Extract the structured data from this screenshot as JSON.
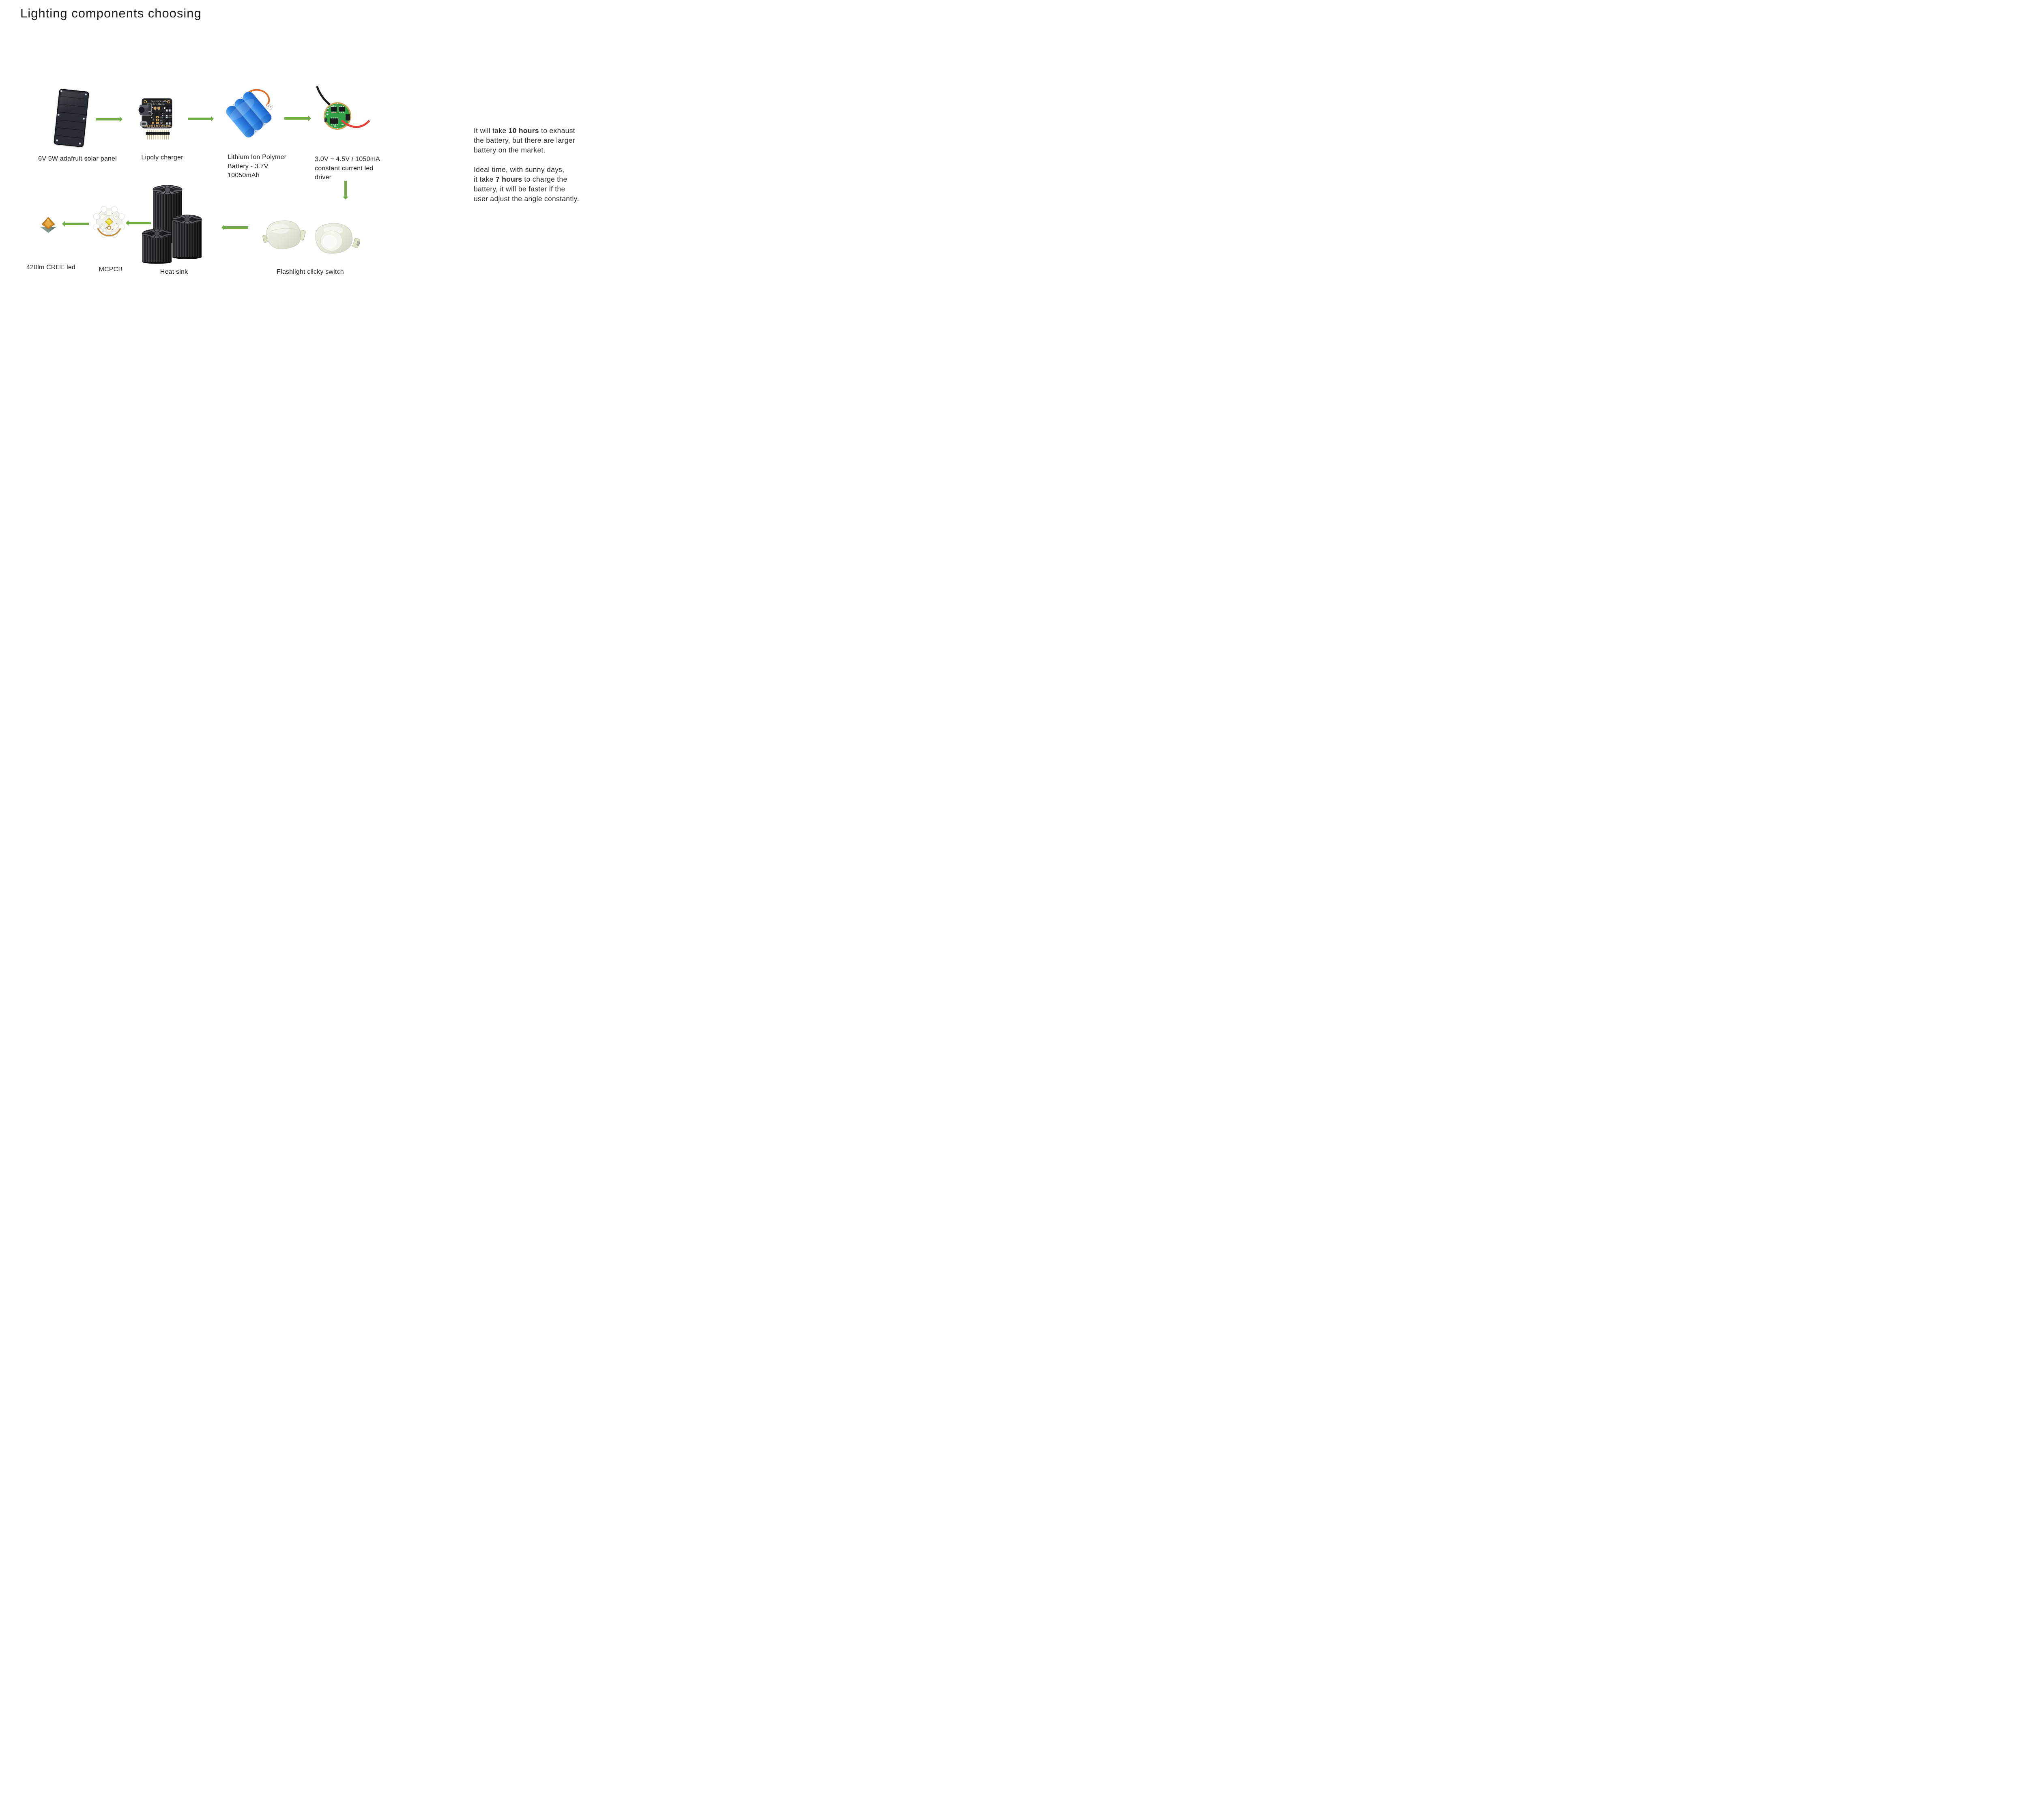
{
  "title": "Lighting components choosing",
  "colors": {
    "arrow_green": "#70AD47",
    "battery_blue": "#2F83E4",
    "pcb_green": "#31A046",
    "wire_red": "#E8423B",
    "wire_orange": "#E2702D",
    "gold": "#CAA45A"
  },
  "components": {
    "solar_panel": {
      "label": "6V 5W adafruit solar panel"
    },
    "charger": {
      "label": "Lipoly charger",
      "silkscreen": {
        "line1": "1.5A USB/DC/Solar",
        "line2": "LiPo Charger",
        "max": "10V Max",
        "load_out": "Load Out",
        "chg": "CHG",
        "good": "GOOD",
        "lipo_batt": "LiPo Batt",
        "opt_cap": "Opt. Cap",
        "thm": "THM",
        "jumper1": "1.5A",
        "jumper2": "1.0A",
        "jumper3": "0.5A",
        "pins_top": "VBUS THERM CE CHG GND GND",
        "pins_bottom": "GND ISET PGOOD OUT LIPO"
      }
    },
    "battery": {
      "label_lines": [
        "Lithium Ion Polymer",
        "Battery - 3.7V",
        "10050mAh"
      ]
    },
    "driver": {
      "label_lines": [
        "3.0V ~ 4.5V / 1050mA",
        "constant current led",
        "driver"
      ],
      "markings": {
        "q1": "Q1",
        "q2": "Q2",
        "r3": "R3"
      }
    },
    "switch": {
      "label": "Flashlight clicky switch"
    },
    "heat_sink": {
      "label": "Heat sink"
    },
    "mcpcb": {
      "label": "MCPCB",
      "markings": {
        "brand": "MTN",
        "num": "20"
      }
    },
    "led": {
      "label": "420lm CREE led"
    }
  },
  "note": {
    "lines": [
      {
        "pre": "It will take ",
        "bold": "10 hours",
        "post": " to exhaust"
      },
      {
        "pre": "the battery, but there are larger",
        "bold": "",
        "post": ""
      },
      {
        "pre": "battery on the market.",
        "bold": "",
        "post": ""
      },
      {
        "pre": "",
        "bold": "",
        "post": ""
      },
      {
        "pre": "Ideal time, with sunny days,",
        "bold": "",
        "post": ""
      },
      {
        "pre": "it take ",
        "bold": "7 hours",
        "post": " to charge the"
      },
      {
        "pre": "battery, it will be faster if the",
        "bold": "",
        "post": ""
      },
      {
        "pre": "user adjust the angle constantly.",
        "bold": "",
        "post": ""
      }
    ]
  }
}
